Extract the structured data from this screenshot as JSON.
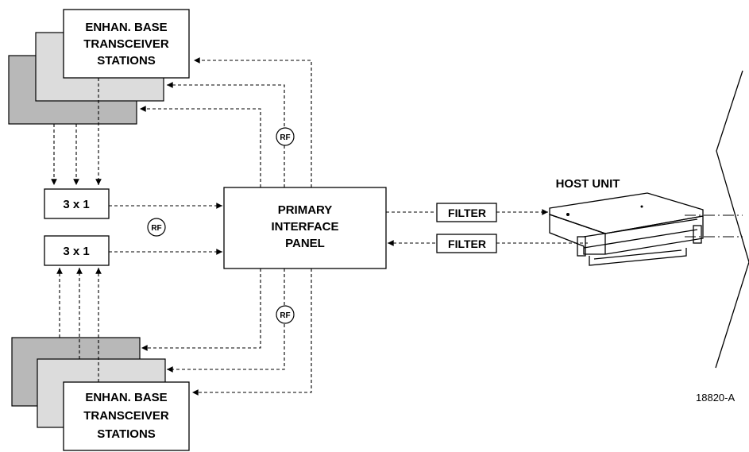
{
  "bts_top": {
    "line1": "ENHAN. BASE",
    "line2": "TRANSCEIVER",
    "line3": "STATIONS"
  },
  "bts_bottom": {
    "line1": "ENHAN. BASE",
    "line2": "TRANSCEIVER",
    "line3": "STATIONS"
  },
  "combiner_top": "3 x 1",
  "combiner_bottom": "3 x 1",
  "panel": {
    "line1": "PRIMARY",
    "line2": "INTERFACE",
    "line3": "PANEL"
  },
  "filter_top": "FILTER",
  "filter_bottom": "FILTER",
  "host_unit": "HOST UNIT",
  "rf_labels": [
    "RF",
    "RF",
    "RF"
  ],
  "figure_id": "18820-A",
  "colors": {
    "shadow_dark": "#b8b8b8",
    "shadow_light": "#dcdcdc",
    "line": "#000000",
    "background": "#ffffff"
  }
}
